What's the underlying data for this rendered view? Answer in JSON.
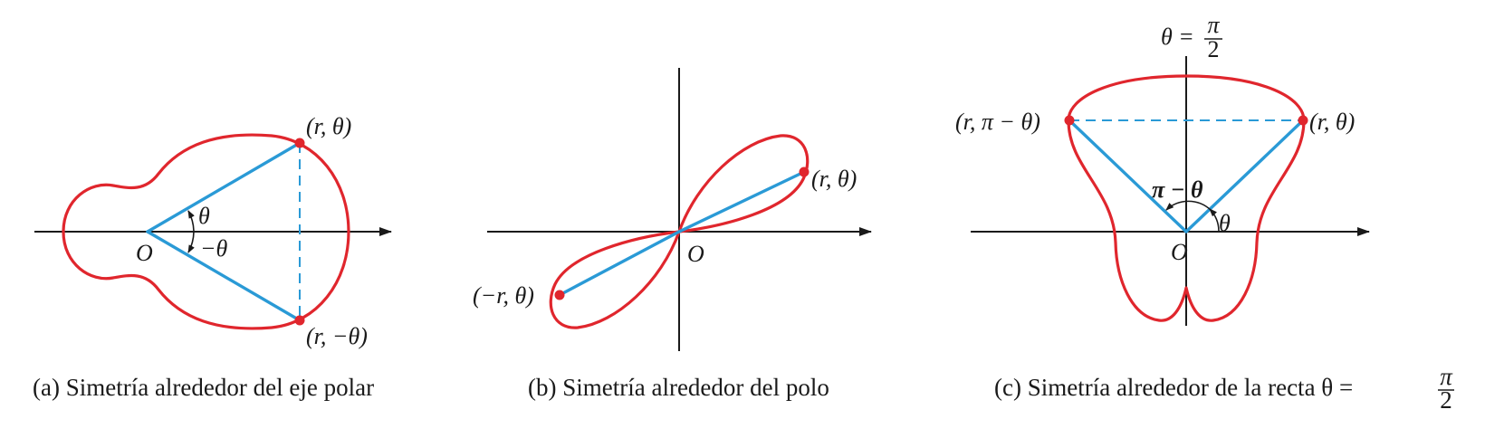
{
  "colors": {
    "curve": "#e0262d",
    "segment": "#2a9ad6",
    "dashed": "#2a9ad6",
    "point": "#e0262d",
    "axis": "#1a1a1a"
  },
  "panel_a": {
    "origin": "O",
    "point_upper": "(r, θ)",
    "point_lower": "(r, −θ)",
    "angle_upper": "θ",
    "angle_lower": "−θ",
    "caption": "(a)  Simetría alrededor del eje polar"
  },
  "panel_b": {
    "origin": "O",
    "point_upper": "(r, θ)",
    "point_lower": "(−r, θ)",
    "caption": "(b)  Simetría alrededor del polo"
  },
  "panel_c": {
    "origin": "O",
    "axis_label_prefix": "θ =",
    "axis_label_num": "π",
    "axis_label_den": "2",
    "point_right": "(r, θ)",
    "point_left": "(r, π − θ)",
    "angle_right": "θ",
    "angle_left": "π − θ",
    "caption_text": "(c)  Simetría alrededor de la recta θ =",
    "caption_num": "π",
    "caption_den": "2"
  }
}
